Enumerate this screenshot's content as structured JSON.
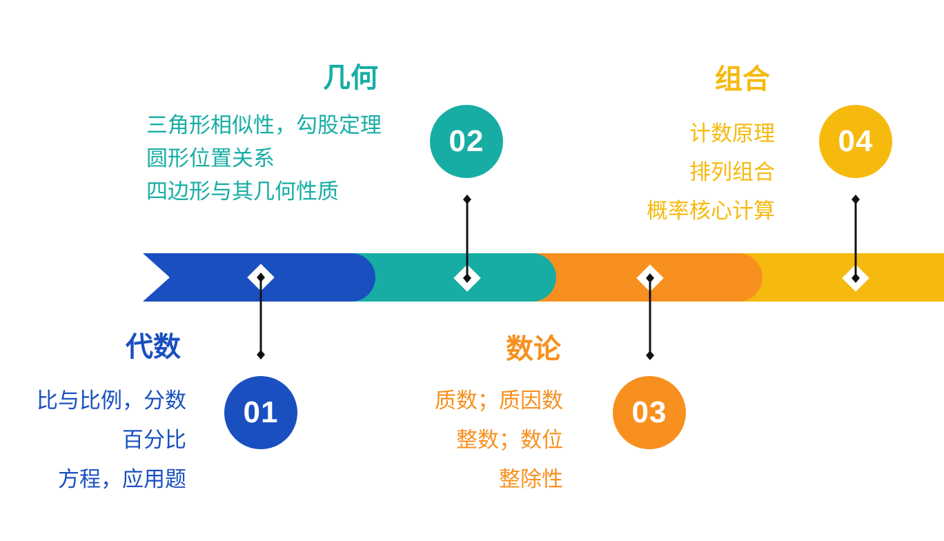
{
  "colors": {
    "stage1": "#1a4fc0",
    "stage2": "#17ada4",
    "stage3": "#f7901e",
    "stage4": "#f6b90e",
    "connector": "#111111",
    "marker": "#ffffff"
  },
  "stages": [
    {
      "number": "01",
      "title": "代数",
      "items": [
        "比与比例，分数",
        "百分比",
        "方程，应用题"
      ]
    },
    {
      "number": "02",
      "title": "几何",
      "items": [
        "三角形相似性，勾股定理",
        "圆形位置关系",
        "四边形与其几何性质"
      ]
    },
    {
      "number": "03",
      "title": "数论",
      "items": [
        "质数；质因数",
        "整数；数位",
        "整除性"
      ]
    },
    {
      "number": "04",
      "title": "组合",
      "items": [
        "计数原理",
        "排列组合",
        "概率核心计算"
      ]
    }
  ]
}
